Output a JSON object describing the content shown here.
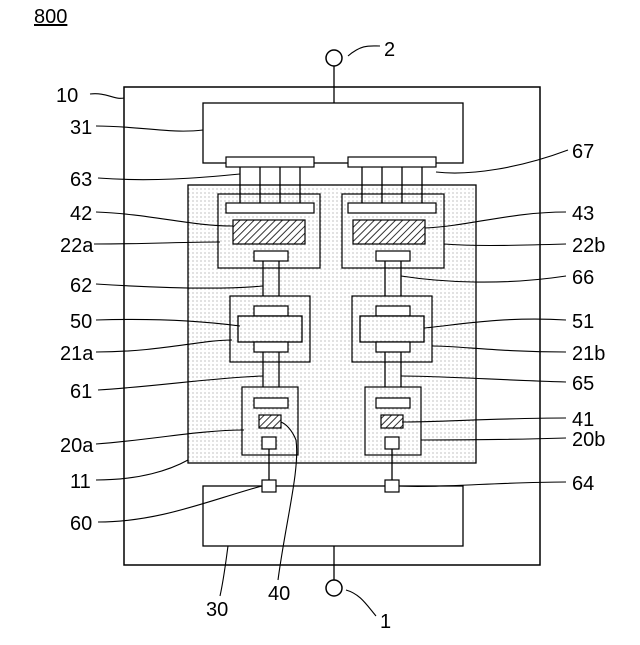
{
  "figure": {
    "figure_number": "800",
    "terminals": [
      "2",
      "1"
    ],
    "refs": {
      "r10": "10",
      "r31": "31",
      "r63": "63",
      "r67": "67",
      "r42": "42",
      "r43": "43",
      "r22a": "22a",
      "r22b": "22b",
      "r62": "62",
      "r66": "66",
      "r50": "50",
      "r51": "51",
      "r21a": "21a",
      "r21b": "21b",
      "r61": "61",
      "r65": "65",
      "r41": "41",
      "r20a": "20a",
      "r20b": "20b",
      "r11": "11",
      "r64": "64",
      "r60": "60",
      "r30": "30",
      "r40": "40"
    }
  }
}
